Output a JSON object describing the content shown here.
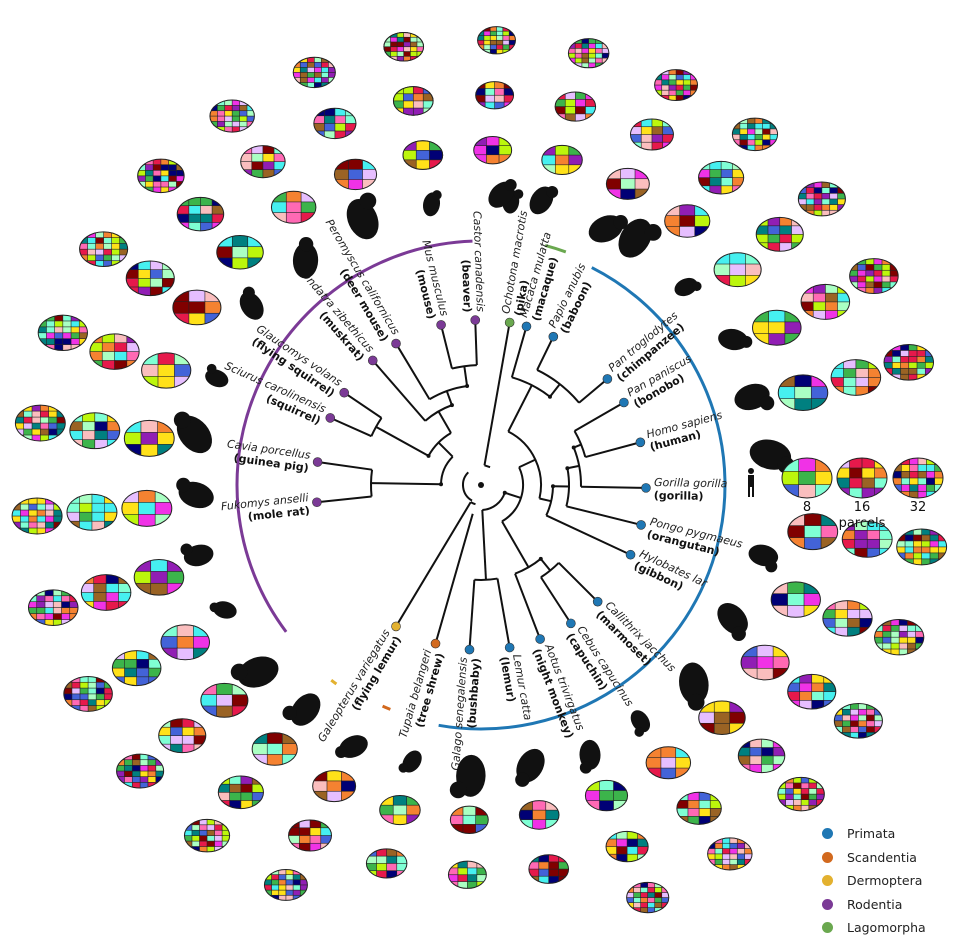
{
  "species": [
    {
      "scientific": "Ochotona macrotis",
      "common": "(pika)",
      "order": "Lagomorpha"
    },
    {
      "scientific": "Macaca mulatta",
      "common": "(macaque)",
      "order": "Primata"
    },
    {
      "scientific": "Papio anubis",
      "common": "(baboon)",
      "order": "Primata"
    },
    {
      "scientific": "Pan troglodytes",
      "common": "(chimpanzee)",
      "order": "Primata"
    },
    {
      "scientific": "Pan paniscus",
      "common": "(bonobo)",
      "order": "Primata"
    },
    {
      "scientific": "Homo sapiens",
      "common": "(human)",
      "order": "Primata"
    },
    {
      "scientific": "Gorilla gorilla",
      "common": "(gorilla)",
      "order": "Primata"
    },
    {
      "scientific": "Pongo pygmaeus",
      "common": "(orangutan)",
      "order": "Primata"
    },
    {
      "scientific": "Hylobates lar",
      "common": "(gibbon)",
      "order": "Primata"
    },
    {
      "scientific": "Callithrix jacchus",
      "common": "(marmoset)",
      "order": "Primata"
    },
    {
      "scientific": "Cebus capucinus",
      "common": "(capuchin)",
      "order": "Primata"
    },
    {
      "scientific": "Aotus trivirgatus",
      "common": "(night monkey)",
      "order": "Primata"
    },
    {
      "scientific": "Lemur catta",
      "common": "(lemur)",
      "order": "Primata"
    },
    {
      "scientific": "Galago senegalensis",
      "common": "(bushbaby)",
      "order": "Primata"
    },
    {
      "scientific": "Tupaia belangeri",
      "common": "(tree shrew)",
      "order": "Scandentia"
    },
    {
      "scientific": "Galeopterus variegatus",
      "common": "(flying lemur)",
      "order": "Dermoptera"
    },
    {
      "scientific": "Fukomys anselli",
      "common": "(mole rat)",
      "order": "Rodentia"
    },
    {
      "scientific": "Cavia porcellus",
      "common": "(guinea pig)",
      "order": "Rodentia"
    },
    {
      "scientific": "Sciurus carolinensis",
      "common": "(squirrel)",
      "order": "Rodentia"
    },
    {
      "scientific": "Glaucomys volans",
      "common": "(flying squirrel)",
      "order": "Rodentia"
    },
    {
      "scientific": "Ondatra zibethicus",
      "common": "(muskrat)",
      "order": "Rodentia"
    },
    {
      "scientific": "Peromyscus californicus",
      "common": "(deer mouse)",
      "order": "Rodentia"
    },
    {
      "scientific": "Mus musculus",
      "common": "(mouse)",
      "order": "Rodentia"
    },
    {
      "scientific": "Castor canadensis",
      "common": "(beaver)",
      "order": "Rodentia"
    }
  ],
  "legend": [
    {
      "label": "Primata",
      "color": "#1f77b4"
    },
    {
      "label": "Scandentia",
      "color": "#d2691e"
    },
    {
      "label": "Dermoptera",
      "color": "#e3b12f"
    },
    {
      "label": "Rodentia",
      "color": "#7b3a96"
    },
    {
      "label": "Lagomorpha",
      "color": "#6aa84f"
    }
  ],
  "parcels": {
    "counts": [
      "8",
      "16",
      "32"
    ],
    "label": "parcels"
  },
  "order_colors": {
    "Primata": "#1f77b4",
    "Scandentia": "#d2691e",
    "Dermoptera": "#e3b12f",
    "Rodentia": "#7b3a96",
    "Lagomorpha": "#6aa84f"
  },
  "parcel_palette": [
    "#e6194b",
    "#3cb44b",
    "#ffe119",
    "#4363d8",
    "#f58231",
    "#911eb4",
    "#46f0f0",
    "#f032e6",
    "#bcf60c",
    "#fabebe",
    "#008080",
    "#e6beff",
    "#9a6324",
    "#800000",
    "#aaffc3",
    "#000075",
    "#ff69b4",
    "#7fffd4"
  ]
}
